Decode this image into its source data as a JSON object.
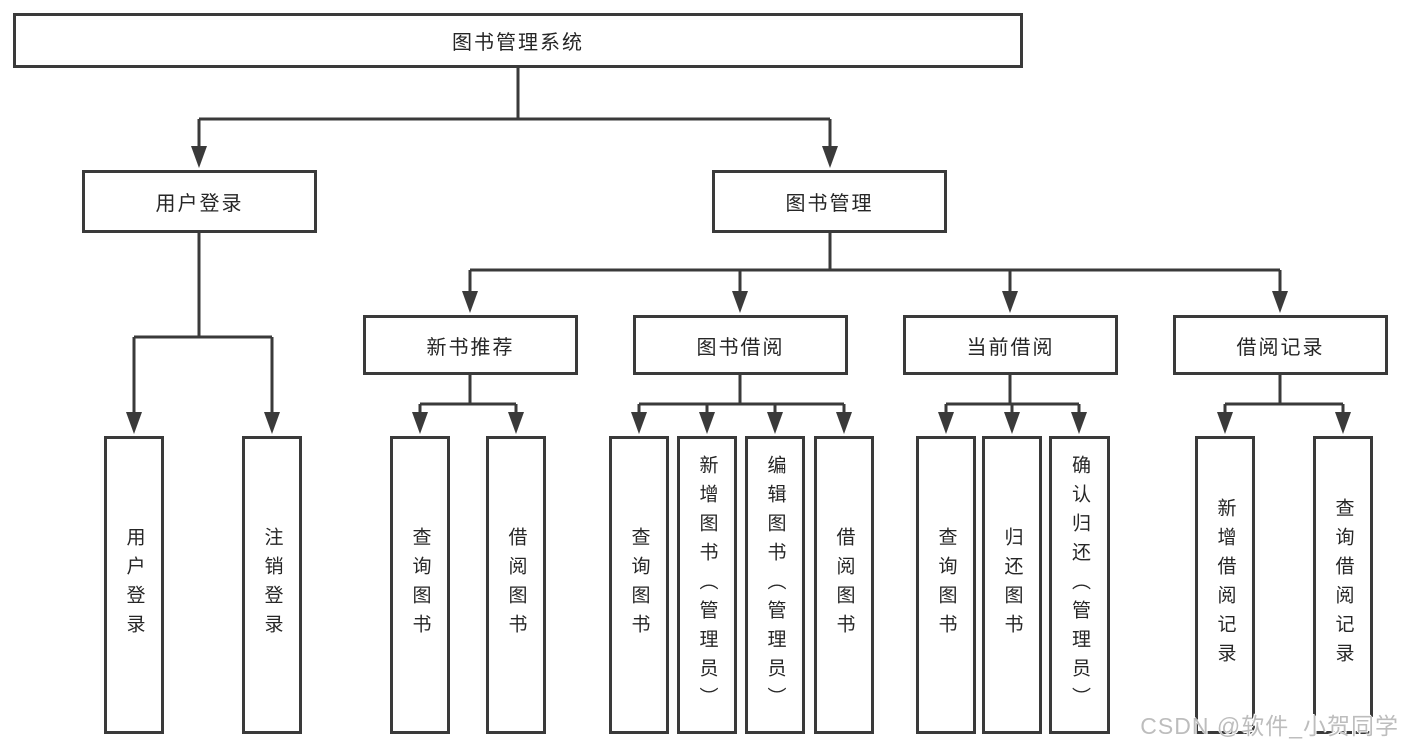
{
  "diagram": {
    "title": "图书管理系统",
    "level2": [
      {
        "label": "用户登录"
      },
      {
        "label": "图书管理"
      }
    ],
    "level3": [
      {
        "label": "新书推荐"
      },
      {
        "label": "图书借阅"
      },
      {
        "label": "当前借阅"
      },
      {
        "label": "借阅记录"
      }
    ],
    "leaves": {
      "login": [
        "用户登录",
        "注销登录"
      ],
      "recommend": [
        "查询图书",
        "借阅图书"
      ],
      "borrow": [
        "查询图书",
        "新增图书（管理员）",
        "编辑图书（管理员）",
        "借阅图书"
      ],
      "current": [
        "查询图书",
        "归还图书",
        "确认归还（管理员）"
      ],
      "records": [
        "新增借阅记录",
        "查询借阅记录"
      ]
    }
  },
  "watermark": {
    "text": "CSDN @软件_小贺同学",
    "color": "#bdbdbd"
  },
  "colors": {
    "line": "#3a3a3a",
    "border": "#3a3a3a",
    "text": "#262626",
    "background": "#ffffff"
  }
}
